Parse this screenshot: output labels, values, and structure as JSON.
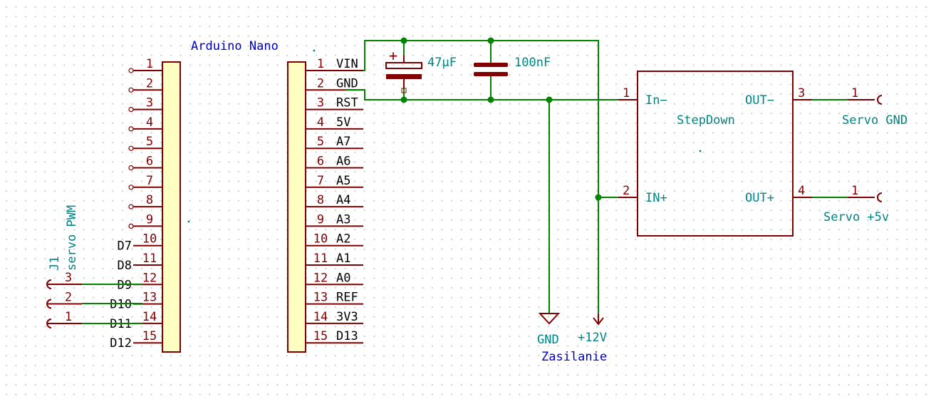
{
  "title": "Arduino Nano",
  "nano": {
    "pins": [
      {
        "num": "1",
        "name": "VIN"
      },
      {
        "num": "2",
        "name": "GND"
      },
      {
        "num": "3",
        "name": "RST"
      },
      {
        "num": "4",
        "name": "5V"
      },
      {
        "num": "5",
        "name": "A7"
      },
      {
        "num": "6",
        "name": "A6"
      },
      {
        "num": "7",
        "name": "A5"
      },
      {
        "num": "8",
        "name": "A4"
      },
      {
        "num": "9",
        "name": "A3"
      },
      {
        "num": "10",
        "name": "A2"
      },
      {
        "num": "11",
        "name": "A1"
      },
      {
        "num": "12",
        "name": "A0"
      },
      {
        "num": "13",
        "name": "REF"
      },
      {
        "num": "14",
        "name": "3V3"
      },
      {
        "num": "15",
        "name": "D13"
      }
    ]
  },
  "left_header": {
    "pins": [
      {
        "num": "1",
        "name": ""
      },
      {
        "num": "2",
        "name": ""
      },
      {
        "num": "3",
        "name": ""
      },
      {
        "num": "4",
        "name": ""
      },
      {
        "num": "5",
        "name": ""
      },
      {
        "num": "6",
        "name": ""
      },
      {
        "num": "7",
        "name": ""
      },
      {
        "num": "8",
        "name": ""
      },
      {
        "num": "9",
        "name": ""
      },
      {
        "num": "10",
        "name": "D7"
      },
      {
        "num": "11",
        "name": "D8"
      },
      {
        "num": "12",
        "name": "D9"
      },
      {
        "num": "13",
        "name": "D10"
      },
      {
        "num": "14",
        "name": "D11"
      },
      {
        "num": "15",
        "name": "D12"
      }
    ]
  },
  "j1": {
    "ref": "J1",
    "value": "servo PWM",
    "pins": [
      "3",
      "2",
      "1"
    ]
  },
  "caps": {
    "electrolytic": "47µF",
    "ceramic": "100nF",
    "plus_sign": "+"
  },
  "stepdown": {
    "name": "StepDown",
    "in_minus_label": "In−",
    "in_plus_label": "IN+",
    "out_minus_label": "OUT−",
    "out_plus_label": "OUT+",
    "in_minus_num": "1",
    "in_plus_num": "2",
    "out_minus_num": "3",
    "out_plus_num": "4"
  },
  "outputs": {
    "servo_gnd": {
      "pin": "1",
      "label": "Servo GND"
    },
    "servo_5v": {
      "pin": "1",
      "label": "Servo +5v"
    }
  },
  "power": {
    "gnd_label": "GND",
    "v12_label": "+12V",
    "supply_label": "Zasilanie"
  },
  "colors": {
    "wire": "#008400",
    "component": "#840000",
    "body_fill": "#ffffc2",
    "net_label": "#008484",
    "title_text": "#0000c2"
  }
}
